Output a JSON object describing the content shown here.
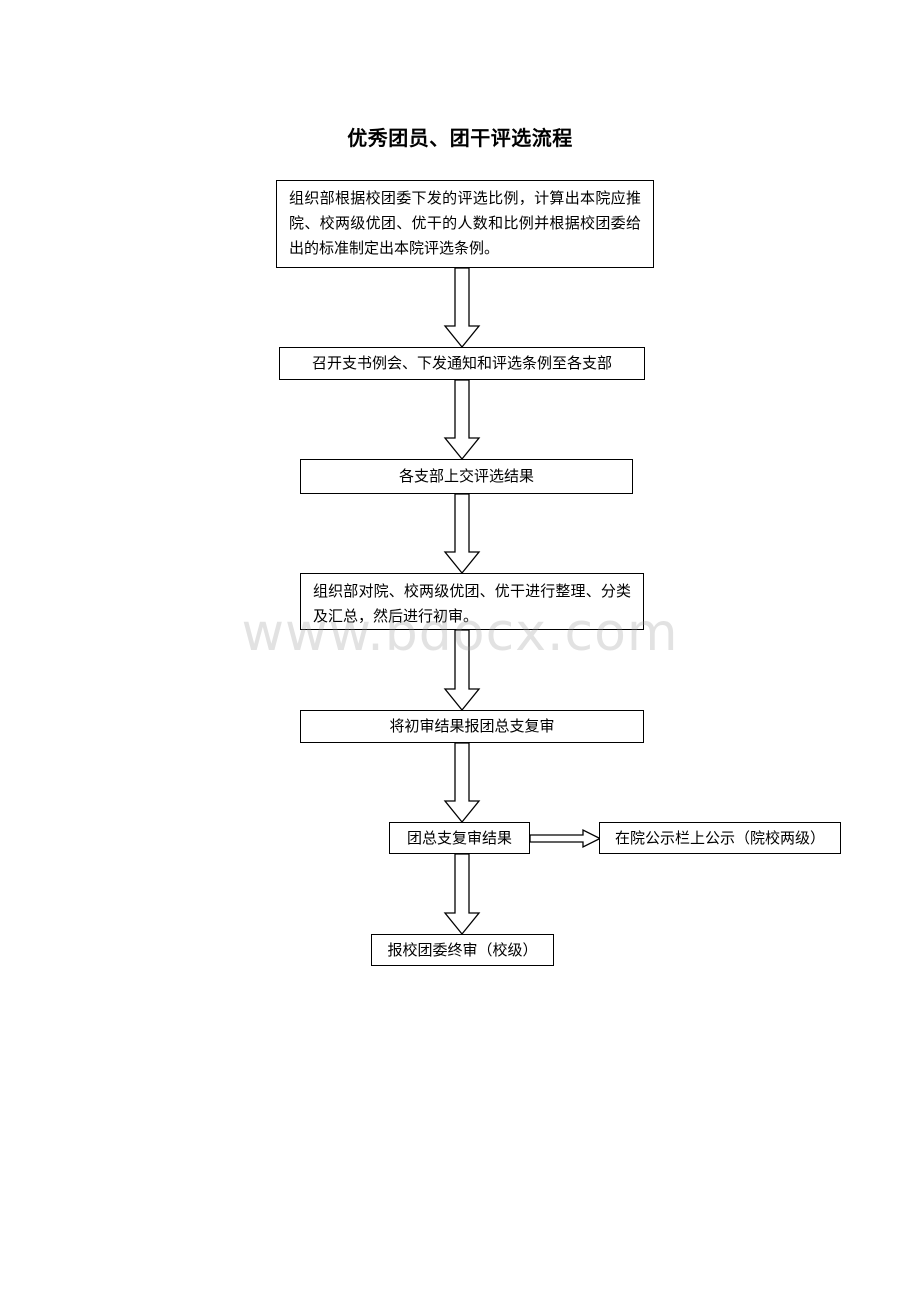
{
  "title": "优秀团员、团干评选流程",
  "watermark": "www.bdocx.com",
  "steps": {
    "step1": "组织部根据校团委下发的评选比例，计算出本院应推院、校两级优团、优干的人数和比例并根据校团委给出的标准制定出本院评选条例。",
    "step2": "召开支书例会、下发通知和评选条例至各支部",
    "step3": "各支部上交评选结果",
    "step4": "组织部对院、校两级优团、优干进行整理、分类及汇总，然后进行初审。",
    "step5": "将初审结果报团总支复审",
    "step6": "团总支复审结果",
    "step7": "报校团委终审（校级）",
    "side": "在院公示栏上公示（院校两级）"
  }
}
